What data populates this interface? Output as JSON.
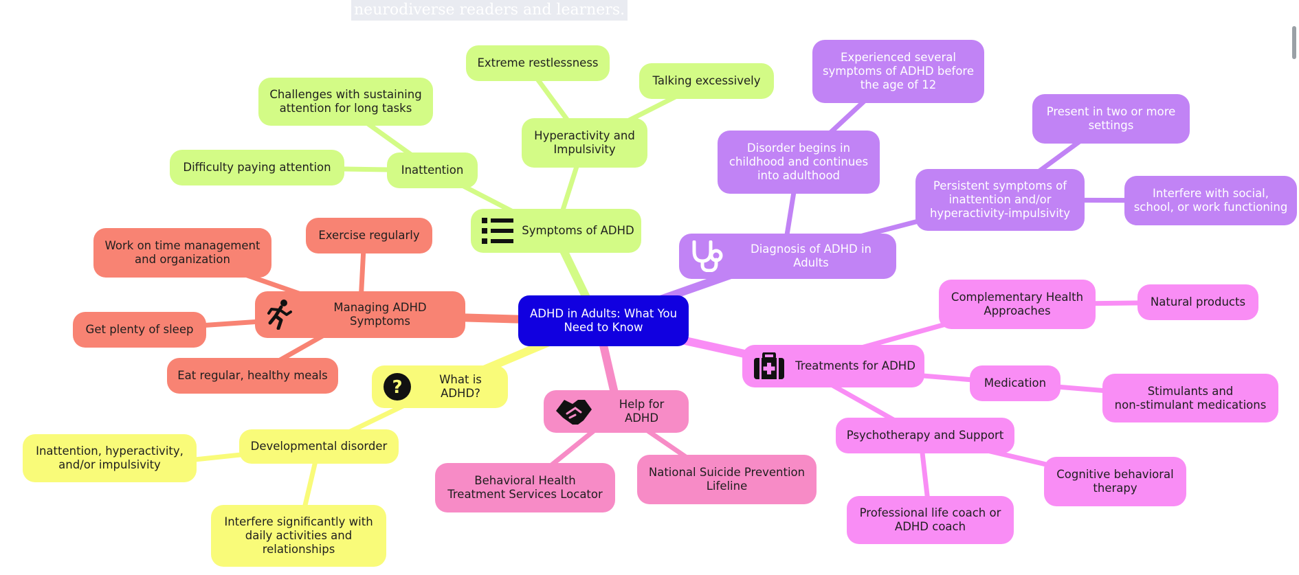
{
  "header_text": "neurodiverse readers and learners.",
  "colors": {
    "center": "#1100e0",
    "what_is": "#f9fb79",
    "symptoms": "#d3fb86",
    "diagnosis": "#c183f5",
    "treatments": "#f98df5",
    "help": "#f78bc6",
    "managing": "#f88373"
  },
  "central": {
    "label": "ADHD in Adults: What You\nNeed to Know"
  },
  "what_is": {
    "label": "What is ADHD?",
    "icon": "question-circle-icon",
    "developmental": {
      "label": "Developmental disorder"
    },
    "inattention_hyper": {
      "label": "Inattention, hyperactivity,\nand/or impulsivity"
    },
    "interfere_daily": {
      "label": "Interfere significantly with\ndaily activities and\nrelationships"
    }
  },
  "symptoms": {
    "label": "Symptoms of ADHD",
    "icon": "list-icon",
    "inattention": {
      "label": "Inattention"
    },
    "challenges": {
      "label": "Challenges with sustaining\nattention for long tasks"
    },
    "difficulty": {
      "label": "Difficulty paying attention"
    },
    "hyperactivity": {
      "label": "Hyperactivity and\nImpulsivity"
    },
    "restlessness": {
      "label": "Extreme restlessness"
    },
    "talking": {
      "label": "Talking excessively"
    }
  },
  "diagnosis": {
    "label": "Diagnosis of ADHD in Adults",
    "icon": "stethoscope-icon",
    "disorder_begins": {
      "label": "Disorder begins in\nchildhood and continues\ninto adulthood"
    },
    "experienced": {
      "label": "Experienced several\nsymptoms of ADHD before\nthe age of 12"
    },
    "persistent": {
      "label": "Persistent symptoms of\ninattention and/or\nhyperactivity-impulsivity"
    },
    "two_settings": {
      "label": "Present in two or more\nsettings"
    },
    "interfere_social": {
      "label": "Interfere with social,\nschool, or work functioning"
    }
  },
  "treatments": {
    "label": "Treatments for ADHD",
    "icon": "first-aid-kit-icon",
    "complementary": {
      "label": "Complementary Health\nApproaches"
    },
    "natural": {
      "label": "Natural products"
    },
    "medication": {
      "label": "Medication"
    },
    "stimulants": {
      "label": "Stimulants and\nnon-stimulant medications"
    },
    "psychotherapy": {
      "label": "Psychotherapy and Support"
    },
    "cbt": {
      "label": "Cognitive behavioral\ntherapy"
    },
    "coach": {
      "label": "Professional life coach or\nADHD coach"
    }
  },
  "help": {
    "label": "Help for ADHD",
    "icon": "handshake-icon",
    "locator": {
      "label": "Behavioral Health\nTreatment Services Locator"
    },
    "lifeline": {
      "label": "National Suicide Prevention\nLifeline"
    }
  },
  "managing": {
    "label": "Managing ADHD Symptoms",
    "icon": "running-person-icon",
    "exercise": {
      "label": "Exercise regularly"
    },
    "time": {
      "label": "Work on time management\nand organization"
    },
    "sleep": {
      "label": "Get plenty of sleep"
    },
    "meals": {
      "label": "Eat regular, healthy meals"
    }
  }
}
